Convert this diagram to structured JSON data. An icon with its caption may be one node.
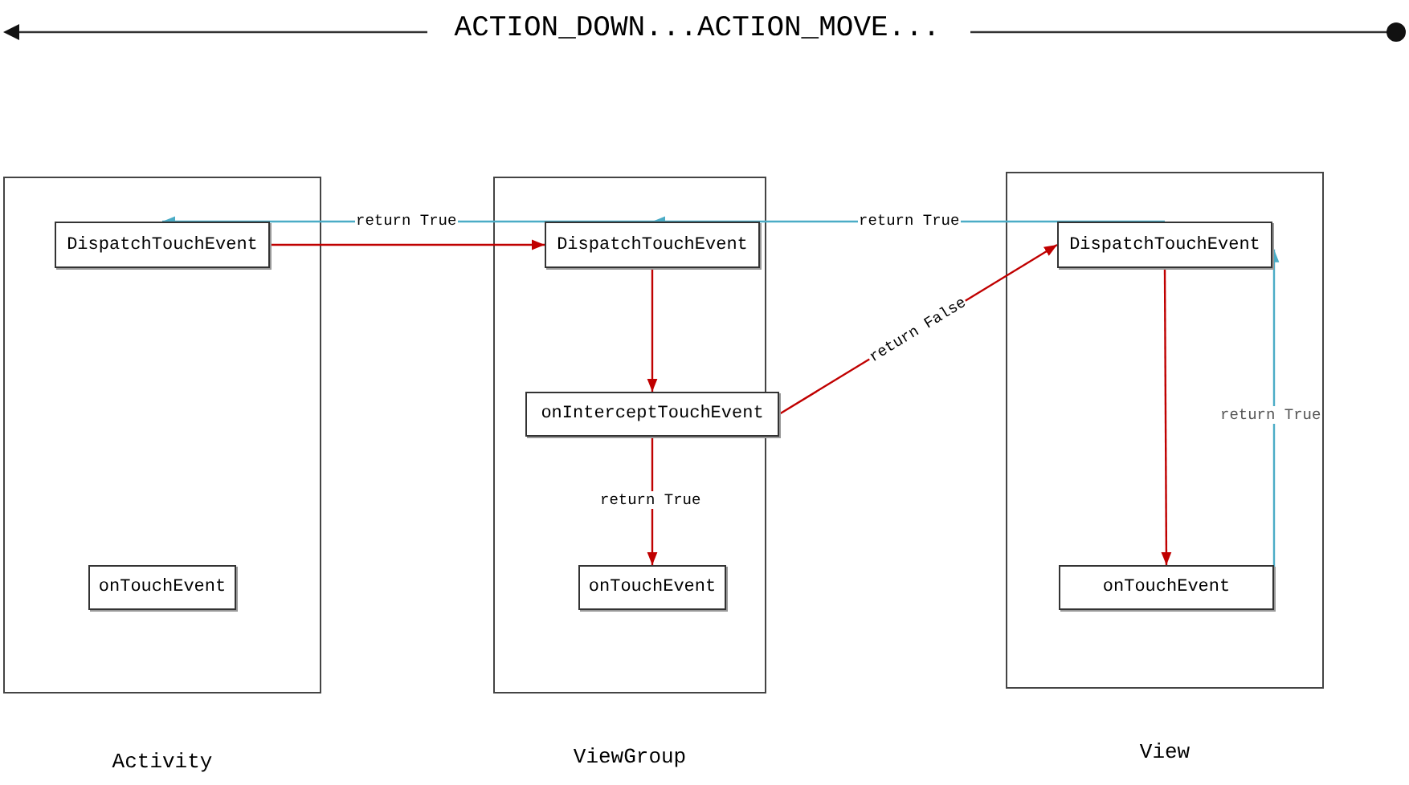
{
  "diagram": {
    "nodes": [
      {
        "text": [
          "Activity"
        ]
      },
      {
        "text": [
          "DispatchTouchEvent"
        ],
        "in": 0
      },
      {
        "text": [
          "onTouchEvent"
        ],
        "in": 0
      },
      {
        "text": [
          "ViewGroup"
        ]
      },
      {
        "text": [
          "DispatchTouchEvent"
        ],
        "in": 3
      },
      {
        "text": [
          "onInterceptTouchEvent"
        ],
        "in": 3
      },
      {
        "text": [
          "onTouchEvent"
        ],
        "in": 3
      },
      {
        "text": [
          "View"
        ]
      },
      {
        "text": [
          "DispatchTouchEvent"
        ],
        "in": 7
      },
      {
        "text": [
          "onTouchEvent"
        ],
        "in": 7
      }
    ],
    "edges": [
      {
        "from": 1,
        "to": 4,
        "arrow": "to",
        "color": "#c00000"
      },
      {
        "from": 4,
        "to": 5,
        "arrow": "to",
        "color": "#c00000"
      },
      {
        "from": 5,
        "to": 6,
        "arrow": "to",
        "label": "return True",
        "color": "#c00000"
      },
      {
        "from": 5,
        "to": 8,
        "arrow": "to",
        "label": "return False",
        "color": "#c00000"
      },
      {
        "from": 8,
        "to": 9,
        "arrow": "to",
        "color": "#c00000"
      },
      {
        "from": 9,
        "to": 8,
        "arrow": "to",
        "label": "return True",
        "color": "#4bacc6"
      },
      {
        "from": 8,
        "to": 4,
        "arrow": "to",
        "label": "return True",
        "color": "#4bacc6"
      },
      {
        "from": 4,
        "to": 1,
        "arrow": "to",
        "label": "return True",
        "color": "#4bacc6"
      }
    ],
    "labels": [
      "ACTION_DOWN...ACTION_MOVE..."
    ]
  }
}
